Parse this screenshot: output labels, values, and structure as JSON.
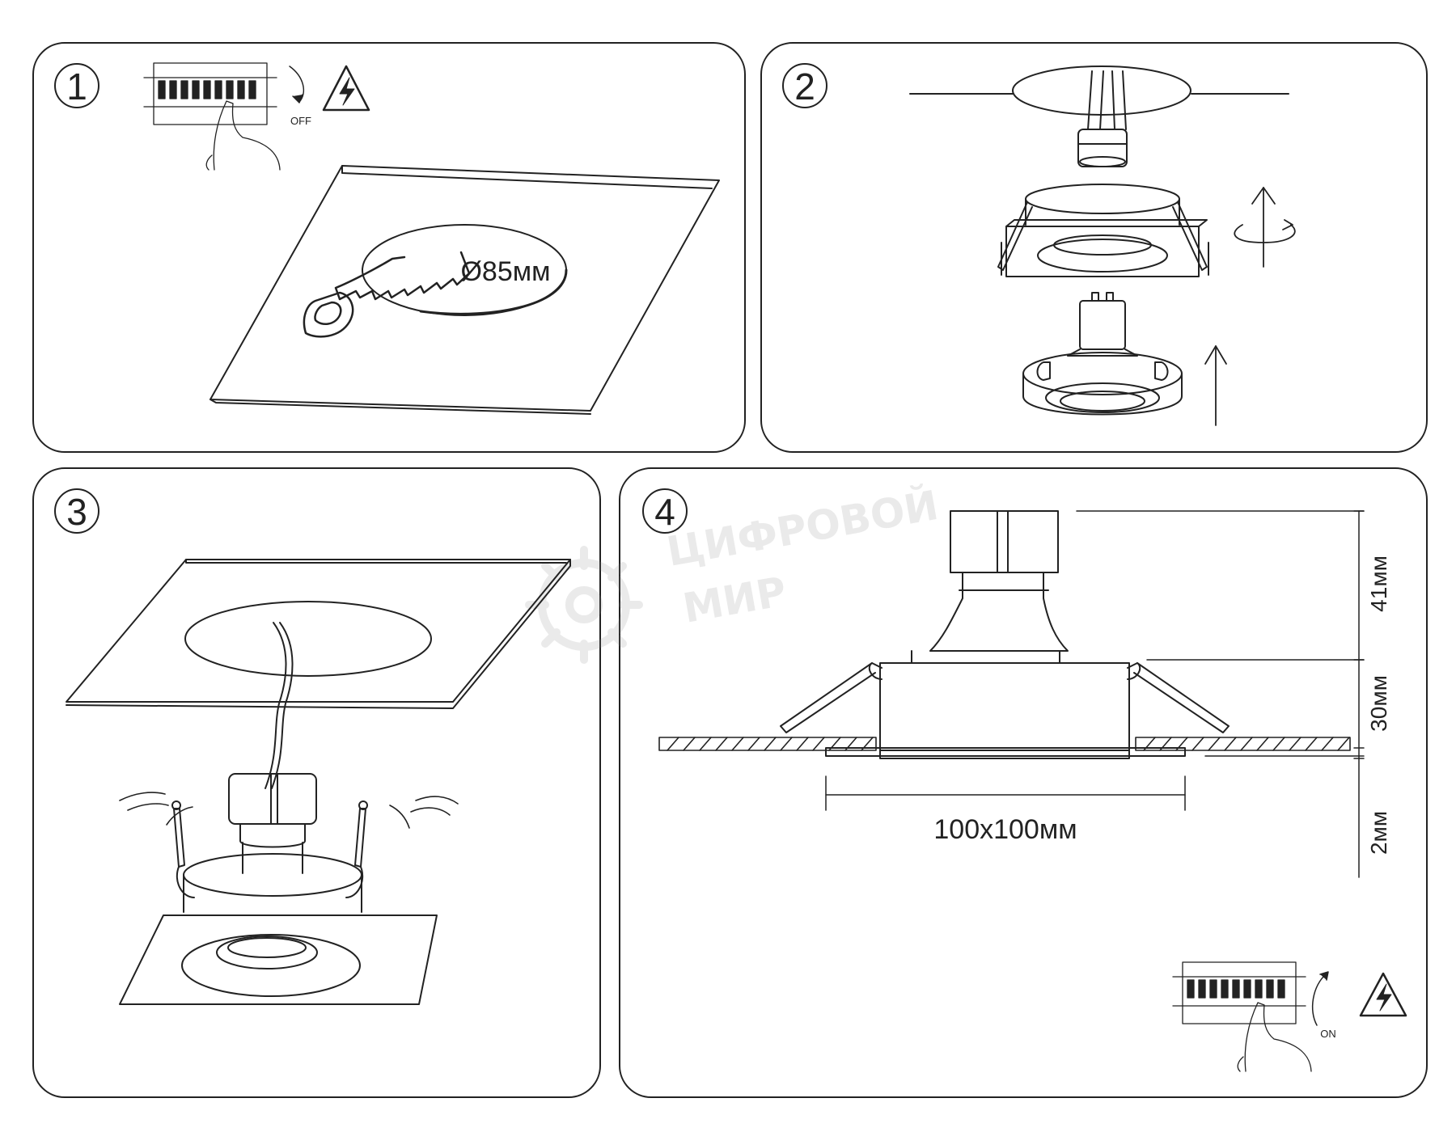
{
  "steps": [
    {
      "number": "1",
      "switch_label": "OFF",
      "hole_label": "Ø85мм"
    },
    {
      "number": "2"
    },
    {
      "number": "3"
    },
    {
      "number": "4",
      "size_label": "100x100мм",
      "height_top": "41мм",
      "height_mid": "30мм",
      "thickness": "2мм",
      "switch_label": "ON"
    }
  ],
  "watermark": {
    "line1": "ЦИФРОВОЙ",
    "line2": "МИР"
  }
}
